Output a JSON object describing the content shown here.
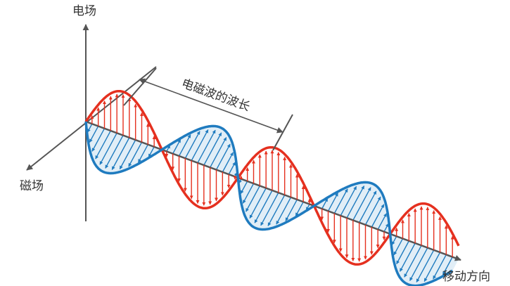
{
  "labels": {
    "electric_field": "电场",
    "magnetic_field": "磁场",
    "wavelength": "电磁波的波长",
    "direction": "移动方向"
  },
  "colors": {
    "electric": "#e5301f",
    "magnetic": "#1f7bbf",
    "axis": "#555555"
  }
}
